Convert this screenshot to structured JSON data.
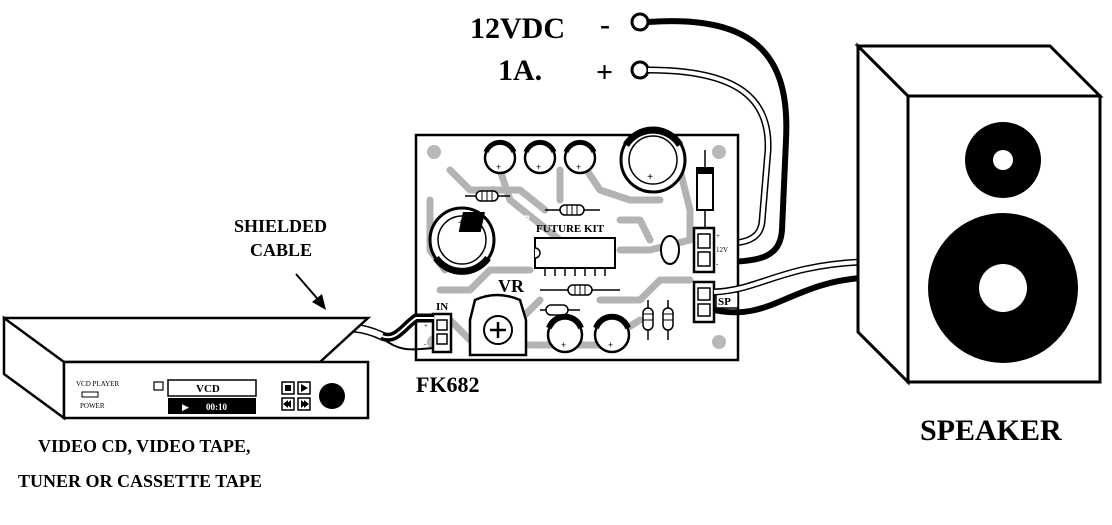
{
  "power": {
    "voltage_label": "12VDC",
    "current_label": "1A.",
    "minus_sign": "-",
    "plus_sign": "+"
  },
  "cable": {
    "label_line1": "SHIELDED",
    "label_line2": "CABLE"
  },
  "player": {
    "brand": "VCD PLAYER",
    "power_label": "POWER",
    "display_text": "VCD",
    "time_text": "00:10",
    "play_symbol": "▶",
    "caption_line1": "VIDEO CD, VIDEO TAPE,",
    "caption_line2": "TUNER OR CASSETTE TAPE"
  },
  "board": {
    "model": "FK682",
    "brand_text": "FUTURE KIT",
    "logo_letter": "F",
    "vr_label": "VR",
    "in_label": "IN",
    "sp_label": "SP",
    "v12_label": "12V",
    "plus_mark": "+",
    "minus_mark": "-"
  },
  "speaker": {
    "label": "SPEAKER"
  }
}
